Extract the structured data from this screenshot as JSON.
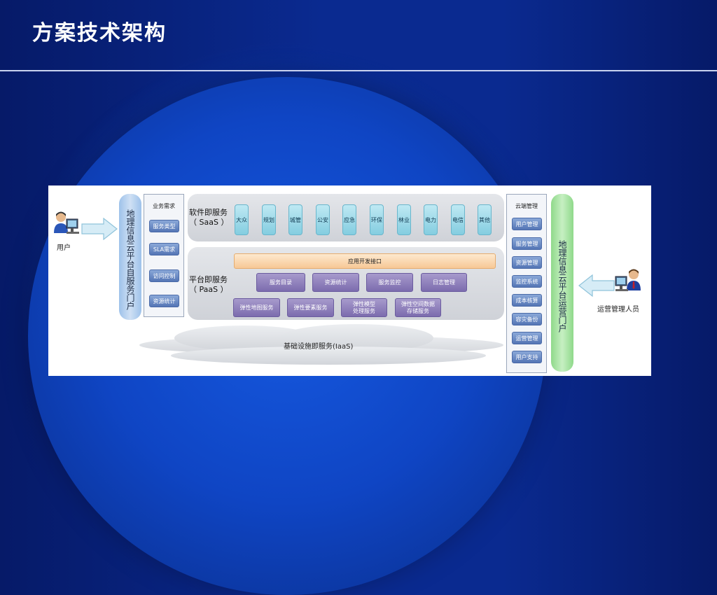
{
  "slide": {
    "title": "方案技术架构"
  },
  "diagram": {
    "user_label": "用户",
    "admin_label": "运营管理人员",
    "left_portal": "地理信息云平台自服务门户",
    "right_portal": "地理信息云平台运营门户",
    "business": {
      "header": "业务需求",
      "items": [
        "服务类型",
        "SLA需求",
        "访问控制",
        "资源统计"
      ]
    },
    "saas": {
      "label": "软件即服务\n（ SaaS ）",
      "tiles": [
        "大众",
        "规划",
        "城管",
        "公安",
        "应急",
        "环保",
        "林业",
        "电力",
        "电信",
        "其他"
      ]
    },
    "paas": {
      "label": "平台即服务\n（ PaaS ）",
      "api": "应用开发接口",
      "row1": [
        "服务目录",
        "资源统计",
        "服务监控",
        "日志管理"
      ],
      "row2": [
        "弹性地图服务",
        "弹性要素服务",
        "弹性模型\n处理服务",
        "弹性空间数据\n存储服务"
      ]
    },
    "iaas": {
      "label": "基础设施即服务(IaaS)"
    },
    "cloud_mgmt": {
      "header": "云端管理",
      "items": [
        "用户管理",
        "服务管理",
        "资源管理",
        "监控系统",
        "成本核算",
        "容灾备份",
        "运营管理",
        "用户支持"
      ]
    },
    "colors": {
      "left_portal": "#9ec2ea",
      "right_portal": "#8fd98a",
      "saas_tile": "#84cde0",
      "paas_button": "#7c6cae",
      "mgmt_button": "#5475b5",
      "api_bar": "#f7c896"
    }
  }
}
